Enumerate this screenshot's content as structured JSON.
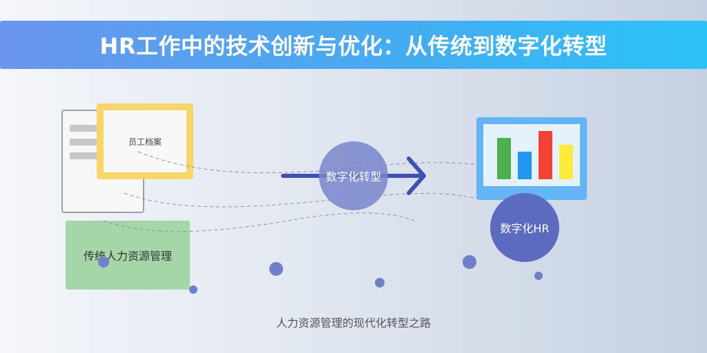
{
  "title": "HR工作中的技术创新与优化：从传统到数字化转型",
  "document_label": "员工档案",
  "traditional_label": "传统人力资源管理",
  "transformation_label": "数字化转型",
  "digital_hr_label": "数字化HR",
  "caption": "人力资源管理的现代化转型之路",
  "colors": {
    "banner_start": "#6a95ee",
    "banner_end": "#2bc3f8",
    "arrow": "#3f51b5",
    "traditional_box": "#a5d6a7",
    "document_frame": "#f7d56a",
    "monitor": "#64b5f6",
    "digital_hr_circle": "#5c6bc0"
  },
  "chart_bars": [
    {
      "color": "#4caf50",
      "level": 0.86
    },
    {
      "color": "#2196f3",
      "level": 0.57
    },
    {
      "color": "#f44336",
      "level": 1.0
    },
    {
      "color": "#ffeb3b",
      "level": 0.71
    }
  ]
}
